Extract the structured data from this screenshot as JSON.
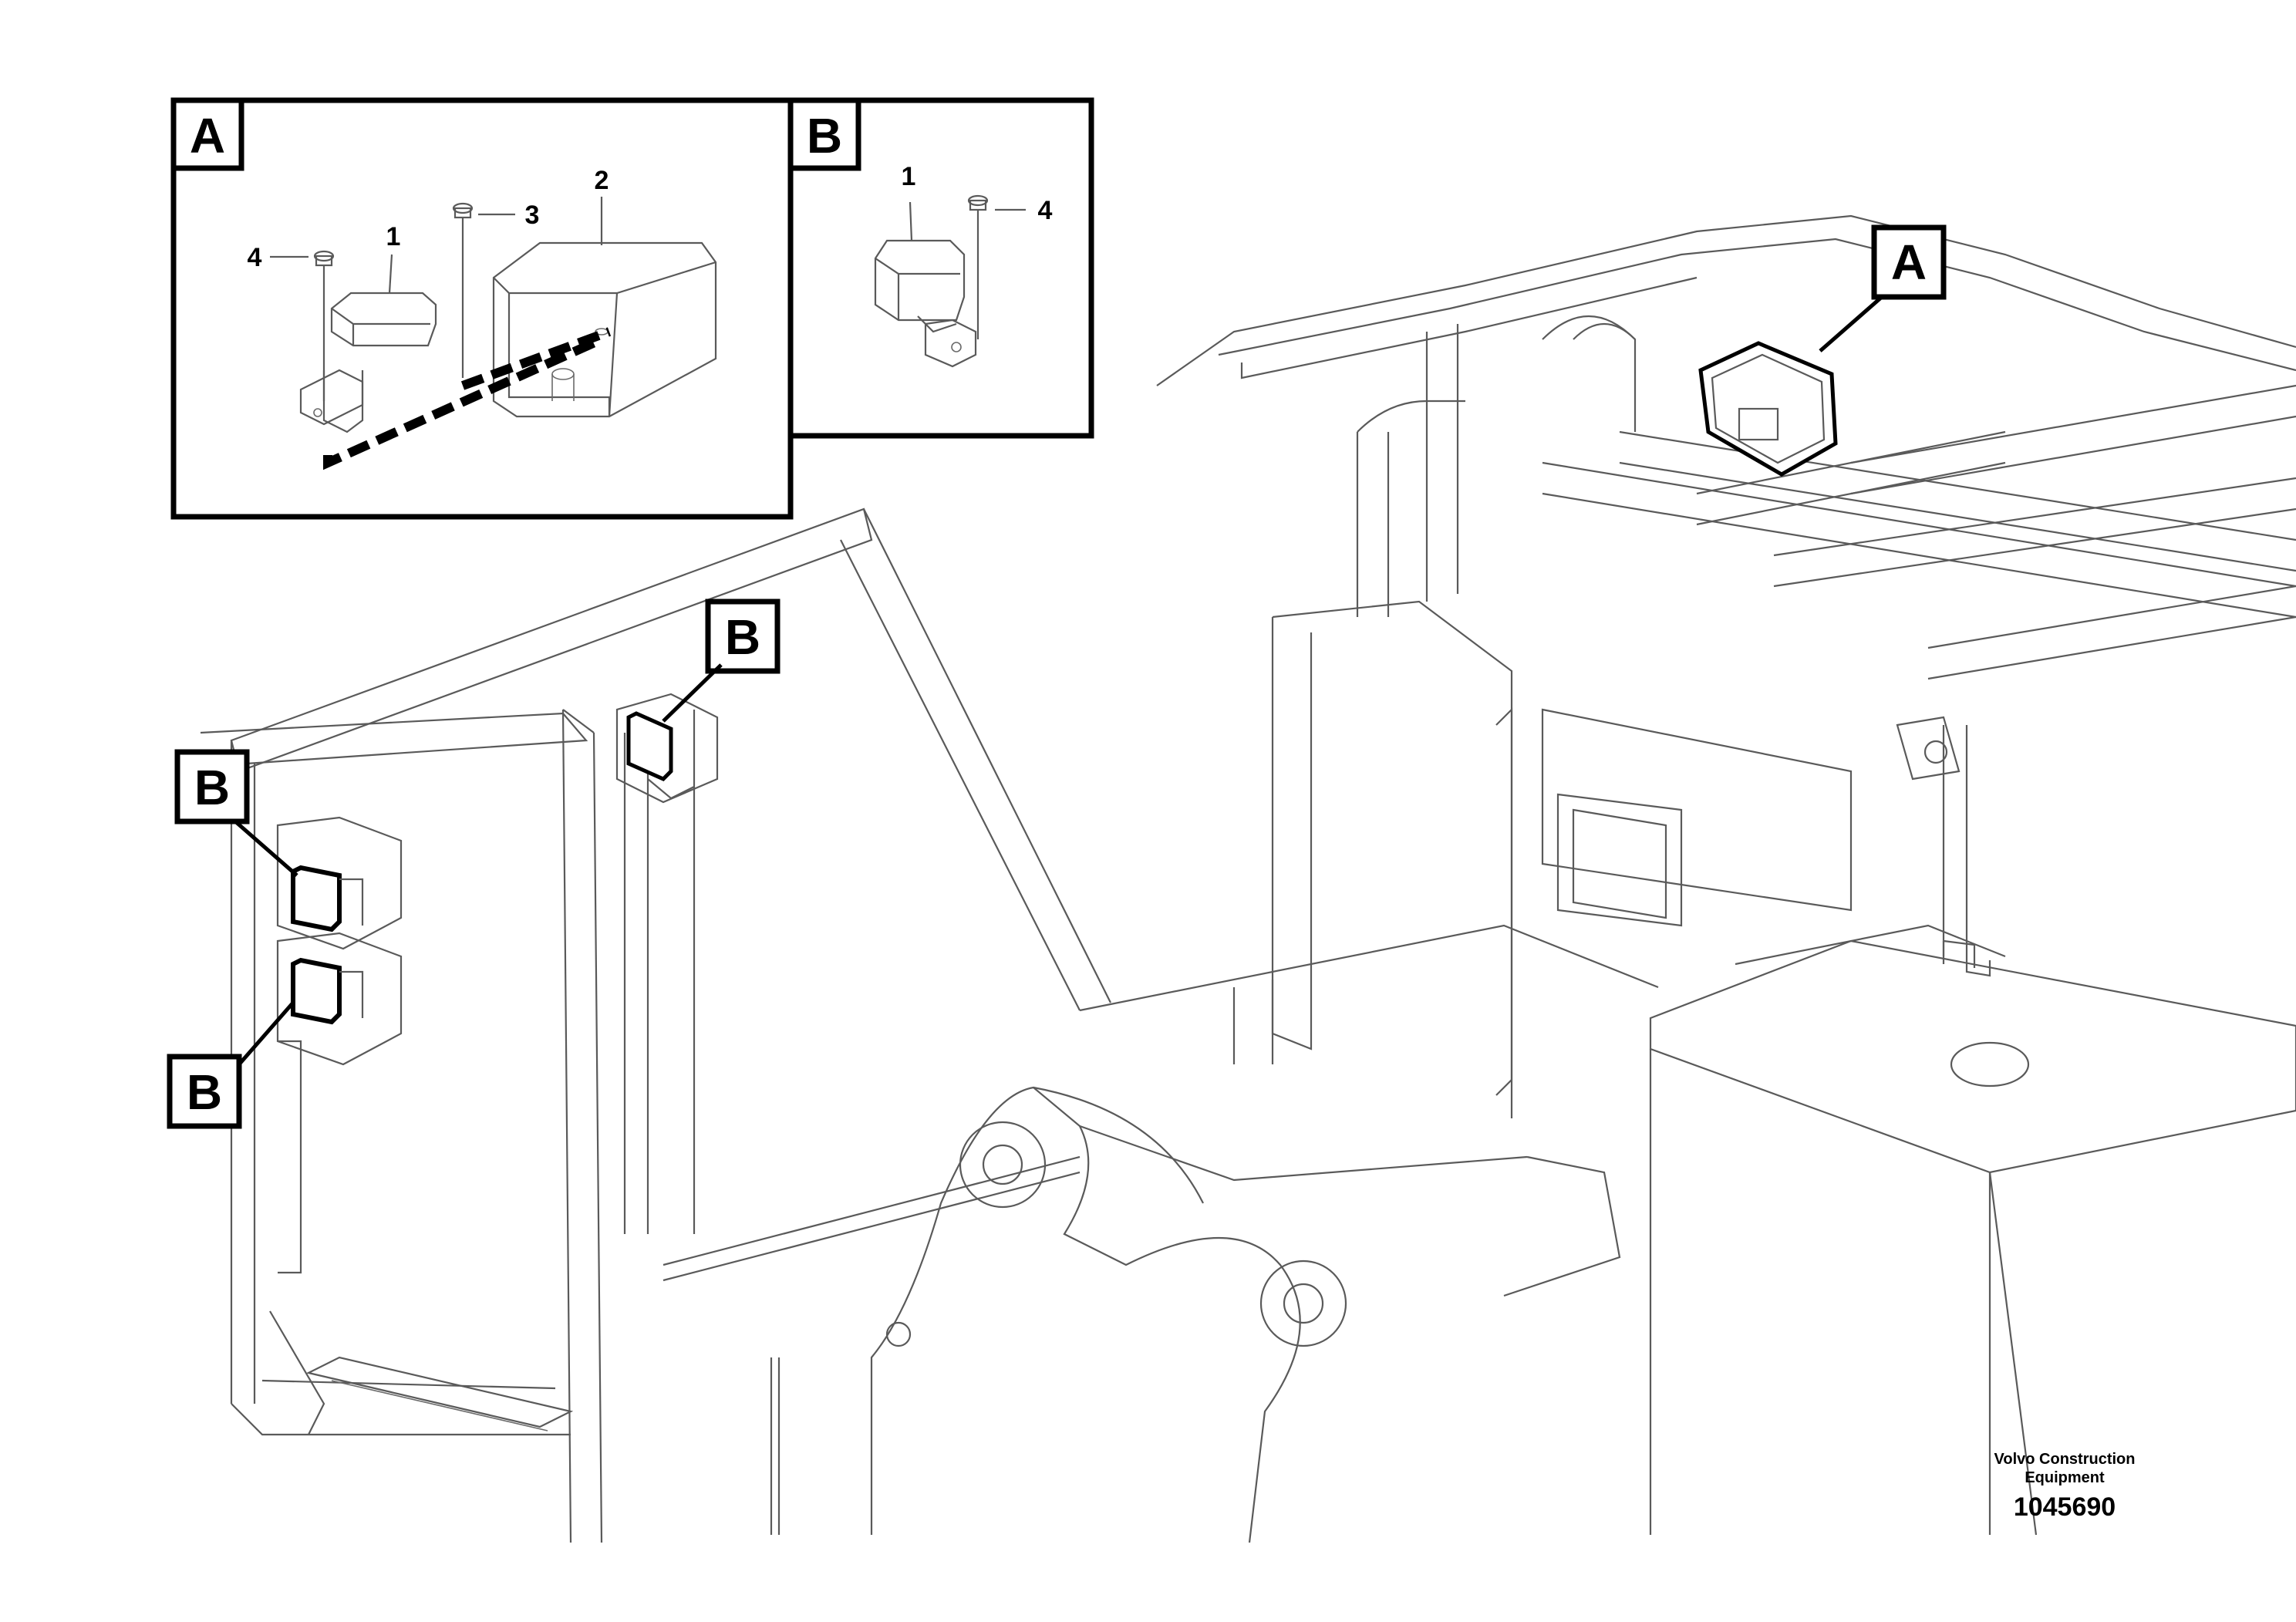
{
  "callouts": {
    "inset_a": "A",
    "inset_b": "B",
    "machine_a": "A",
    "machine_b_top": "B",
    "machine_b_left_upper": "B",
    "machine_b_left_lower": "B"
  },
  "inset_a_items": [
    "4",
    "1",
    "3",
    "2"
  ],
  "inset_b_items": [
    "1",
    "4"
  ],
  "footer": {
    "manufacturer_line1": "Volvo Construction",
    "manufacturer_line2": "Equipment",
    "part_number": "1045690"
  }
}
